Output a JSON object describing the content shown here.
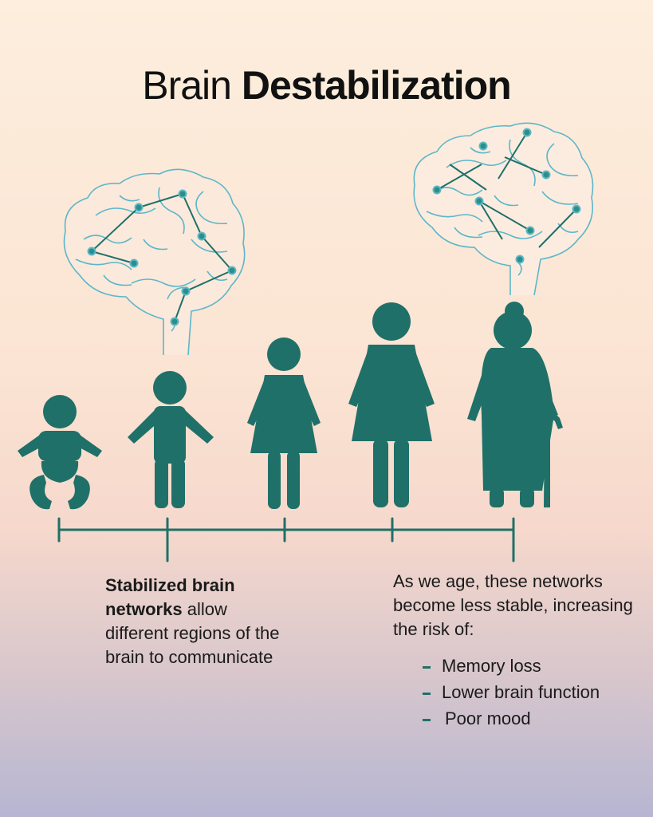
{
  "title": {
    "light": "Brain",
    "bold": "Destabilization"
  },
  "left_caption": {
    "bold": "Stabilized brain networks",
    "rest": " allow different regions of the brain to communicate"
  },
  "right_caption": {
    "intro": "As we age, these networks become less stable, increasing the risk of:",
    "risks": [
      "Memory loss",
      "Lower brain function",
      "Poor mood"
    ]
  },
  "colors": {
    "figure": "#1f7068",
    "node": "#2a8f86",
    "brain_outline": "#5bb7c9",
    "timeline": "#1f7068"
  },
  "figures": [
    "baby",
    "child",
    "girl",
    "woman",
    "elderly-woman"
  ]
}
